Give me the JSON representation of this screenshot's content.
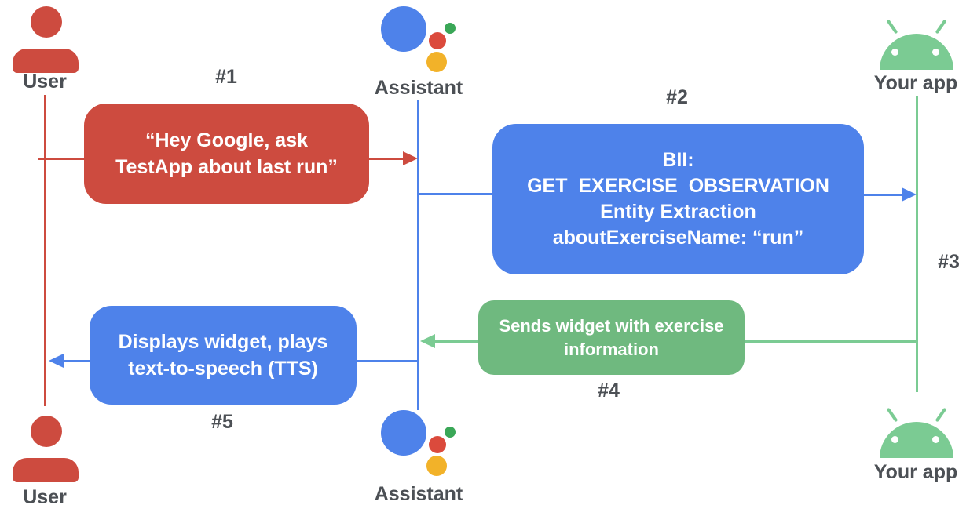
{
  "colors": {
    "red": "#cd4b3f",
    "blue": "#4e82ea",
    "green_box": "#6fb97f",
    "android_green": "#7bcb93",
    "logo_blue": "#4e82ea",
    "logo_red": "#db4a3c",
    "logo_green": "#3aa757",
    "logo_yellow": "#f2b229",
    "label_gray": "#4c5055"
  },
  "icons": {
    "user": "person-icon",
    "assistant": "google-assistant-logo",
    "app": "android-robot-icon"
  },
  "actors": {
    "user_top": "User",
    "assistant_top": "Assistant",
    "app_top": "Your app",
    "user_bottom": "User",
    "assistant_bottom": "Assistant",
    "app_bottom": "Your app"
  },
  "steps": {
    "n1": "#1",
    "n2": "#2",
    "n3": "#3",
    "n4": "#4",
    "n5": "#5"
  },
  "messages": {
    "m1": "“Hey Google, ask\nTestApp about last run”",
    "m2": "BII:\nGET_EXERCISE_OBSERVATION\nEntity Extraction\naboutExerciseName: “run”",
    "m4": "Sends widget with exercise\ninformation",
    "m5": "Displays widget, plays\ntext-to-speech (TTS)"
  }
}
